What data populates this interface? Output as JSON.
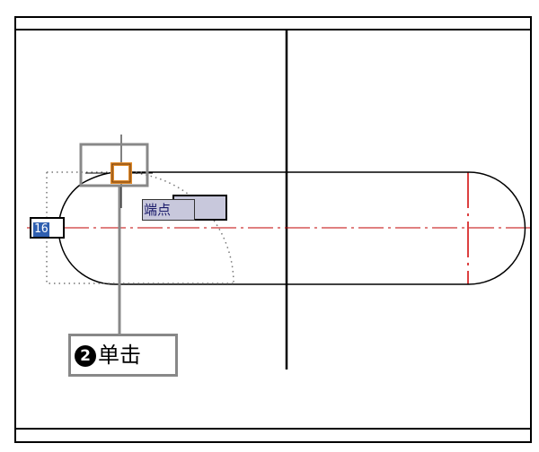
{
  "dynamic_input": {
    "value": "16"
  },
  "snap_tooltip": {
    "label": "端点"
  },
  "callout": {
    "step_number": "2",
    "step_glyph": "❷",
    "label": "单击"
  },
  "colors": {
    "centerline": "#c00000",
    "snap_marker": "#e08a2a",
    "callout_border": "#888888"
  }
}
